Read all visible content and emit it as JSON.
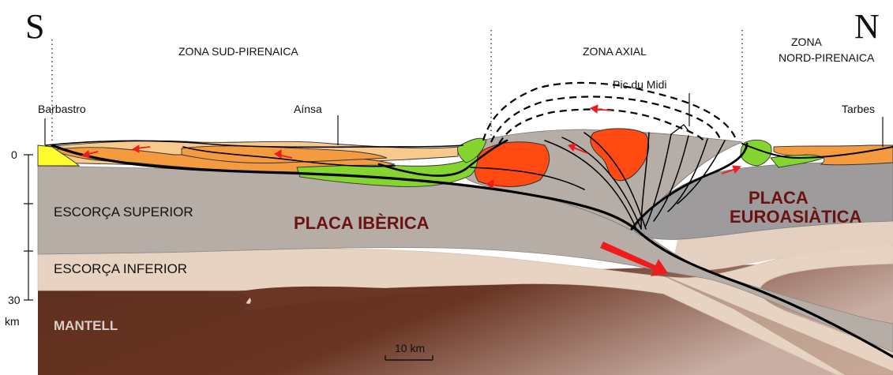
{
  "compass": {
    "south": "S",
    "north": "N"
  },
  "zones": {
    "sud": "ZONA SUD-PIRENAICA",
    "axial": "ZONA AXIAL",
    "nord_line1": "ZONA",
    "nord_line2": "NORD-PIRENAICA"
  },
  "places": {
    "barbastro": "Barbastro",
    "ainsa": "Aínsa",
    "pic_du_midi": "Pic du Midi",
    "tarbes": "Tarbes"
  },
  "layers": {
    "upper_crust": "ESCORÇA SUPERIOR",
    "lower_crust": "ESCORÇA INFERIOR",
    "mantle": "MANTELL"
  },
  "plates": {
    "iberian": "PLACA IBÈRICA",
    "eurasian_line1": "PLACA",
    "eurasian_line2": "EUROASIÀTICA"
  },
  "depth_axis": {
    "top_tick": "0",
    "bottom_tick": "30",
    "unit": "km"
  },
  "scale_bar": "10 km",
  "colors": {
    "upper_crust": "#b5ada6",
    "eurasian_crust": "#9d9b9b",
    "lower_crust": "#e7d3c2",
    "mantle_dark": "#5b2b1c",
    "mantle_light": "#a87e6d",
    "orange": "#f49a3f",
    "light_orange": "#f7c98b",
    "green": "#84d52f",
    "red_granite": "#ff4a12",
    "yellow": "#fffc2e",
    "arrow_red": "#ee1c1c",
    "plate_text": "#6b1313"
  }
}
